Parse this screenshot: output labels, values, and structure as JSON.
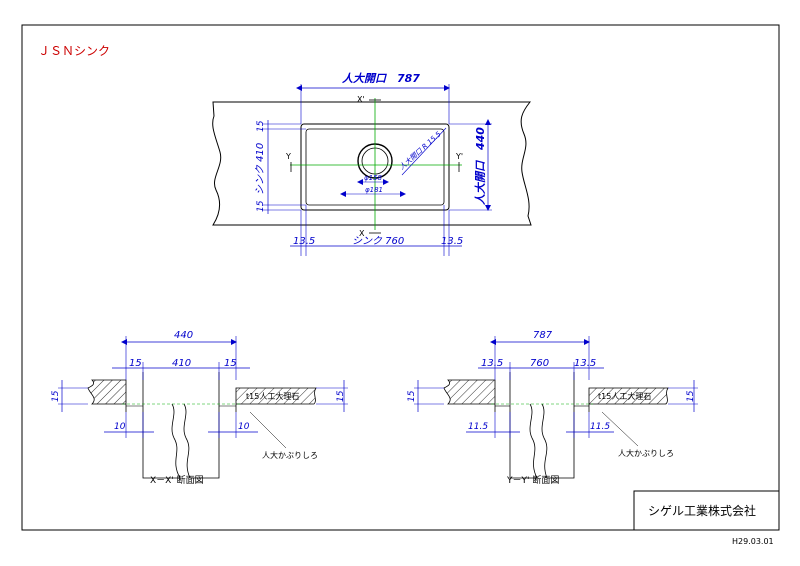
{
  "title": "ＪＳＮシンク",
  "company": "シゲル工業株式会社",
  "date": "H29.03.01",
  "colors": {
    "border": "#000000",
    "dimension": "#0000cc",
    "centerline": "#00aa00",
    "title": "#cc0000"
  },
  "plan": {
    "opening_width": "人大開口　787",
    "opening_depth": "人大開口　440",
    "sink_width": "シンク 760",
    "sink_depth": "シンク 410",
    "margin_left": "13.5",
    "margin_right": "13.5",
    "margin_top": "15",
    "margin_bottom": "15",
    "corner_radius": "人大開口 R 15.5",
    "drain_inner": "φ158",
    "drain_outer": "φ181",
    "label_x_top": "X'",
    "label_x_bottom": "X",
    "label_y_left": "Y",
    "label_y_right": "Y'"
  },
  "section_x": {
    "caption": "X－X' 断面図",
    "overall": "440",
    "left_margin": "15",
    "inner": "410",
    "right_margin": "15",
    "thickness_left": "15",
    "thickness_right": "15",
    "overlap_left": "10",
    "overlap_right": "10",
    "stone_label": "t15人工大理石",
    "edge_label": "人大かぶりしろ"
  },
  "section_y": {
    "caption": "Y－Y' 断面図",
    "overall": "787",
    "left_margin": "13.5",
    "inner": "760",
    "right_margin": "13.5",
    "thickness_left": "15",
    "thickness_right": "15",
    "overlap_left": "11.5",
    "overlap_right": "11.5",
    "stone_label": "t15人工大理石",
    "edge_label": "人大かぶりしろ"
  }
}
